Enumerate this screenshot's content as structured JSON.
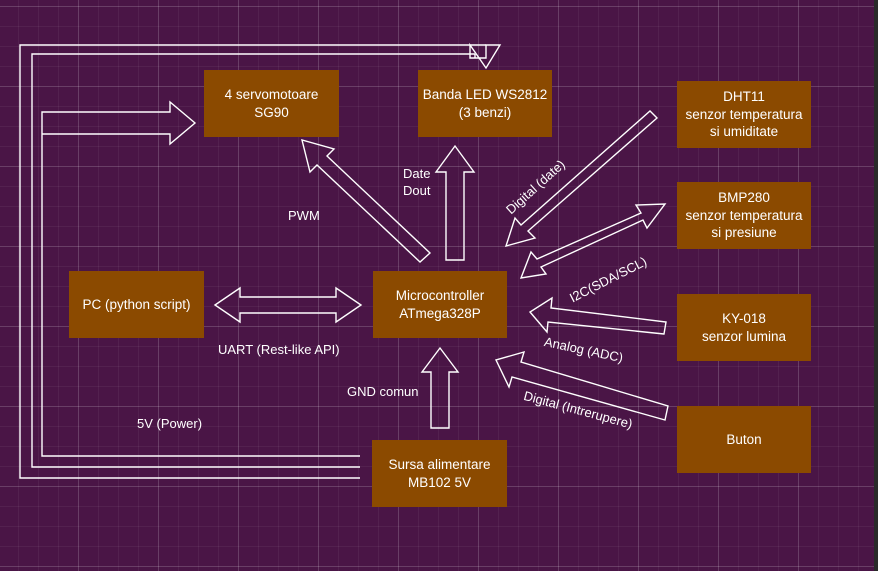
{
  "nodes": {
    "servo": "4 servomotoare\nSG90",
    "led": "Banda LED WS2812\n(3 benzi)",
    "dht": "DHT11\nsenzor temperatura\nsi umiditate",
    "bmp": "BMP280\nsenzor temperatura\nsi presiune",
    "pc": "PC (python script)",
    "mcu": "Microcontroller\nATmega328P",
    "ky": "KY-018\nsenzor lumina",
    "buton": "Buton",
    "power": "Sursa alimentare\nMB102 5V"
  },
  "edges": {
    "pwm": "PWM",
    "data_dout": "Date\nDout",
    "digital_data": "Digital (date)",
    "i2c": "I2C(SDA/SCL)",
    "uart": "UART (Rest-like API)",
    "analog": "Analog (ADC)",
    "gnd": "GND comun",
    "digital_int": "Digital (Intrerupere)",
    "power5v": "5V (Power)"
  },
  "colors": {
    "background": "#4a1546",
    "node_fill": "#8b4a00",
    "arrow_stroke": "#ffffff"
  }
}
